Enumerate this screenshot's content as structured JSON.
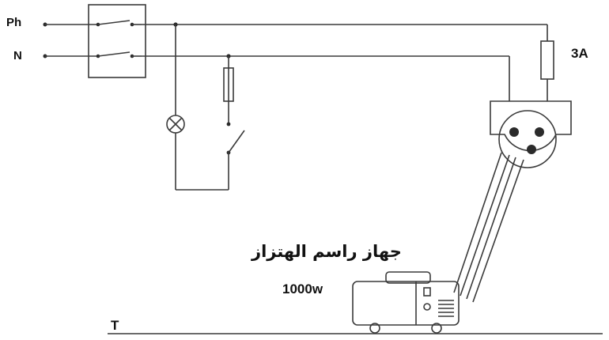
{
  "labels": {
    "phase": "Ph",
    "neutral": "N",
    "fuse_rating": "3A",
    "device_power": "1000w",
    "device_name": "جهاز راسم الهتزاز",
    "ground": "T"
  },
  "colors": {
    "wire": "#3a3a3a",
    "background": "#ffffff",
    "text": "#111111"
  },
  "components": {
    "main_switch": "double-pole-switch",
    "lamp": "lamp-symbol",
    "branch_fuse": "fuse-symbol",
    "branch_switch": "single-pole-switch",
    "socket_fuse": "fuse-symbol",
    "socket": "three-pin-socket",
    "device": "oscilloscope-device"
  }
}
